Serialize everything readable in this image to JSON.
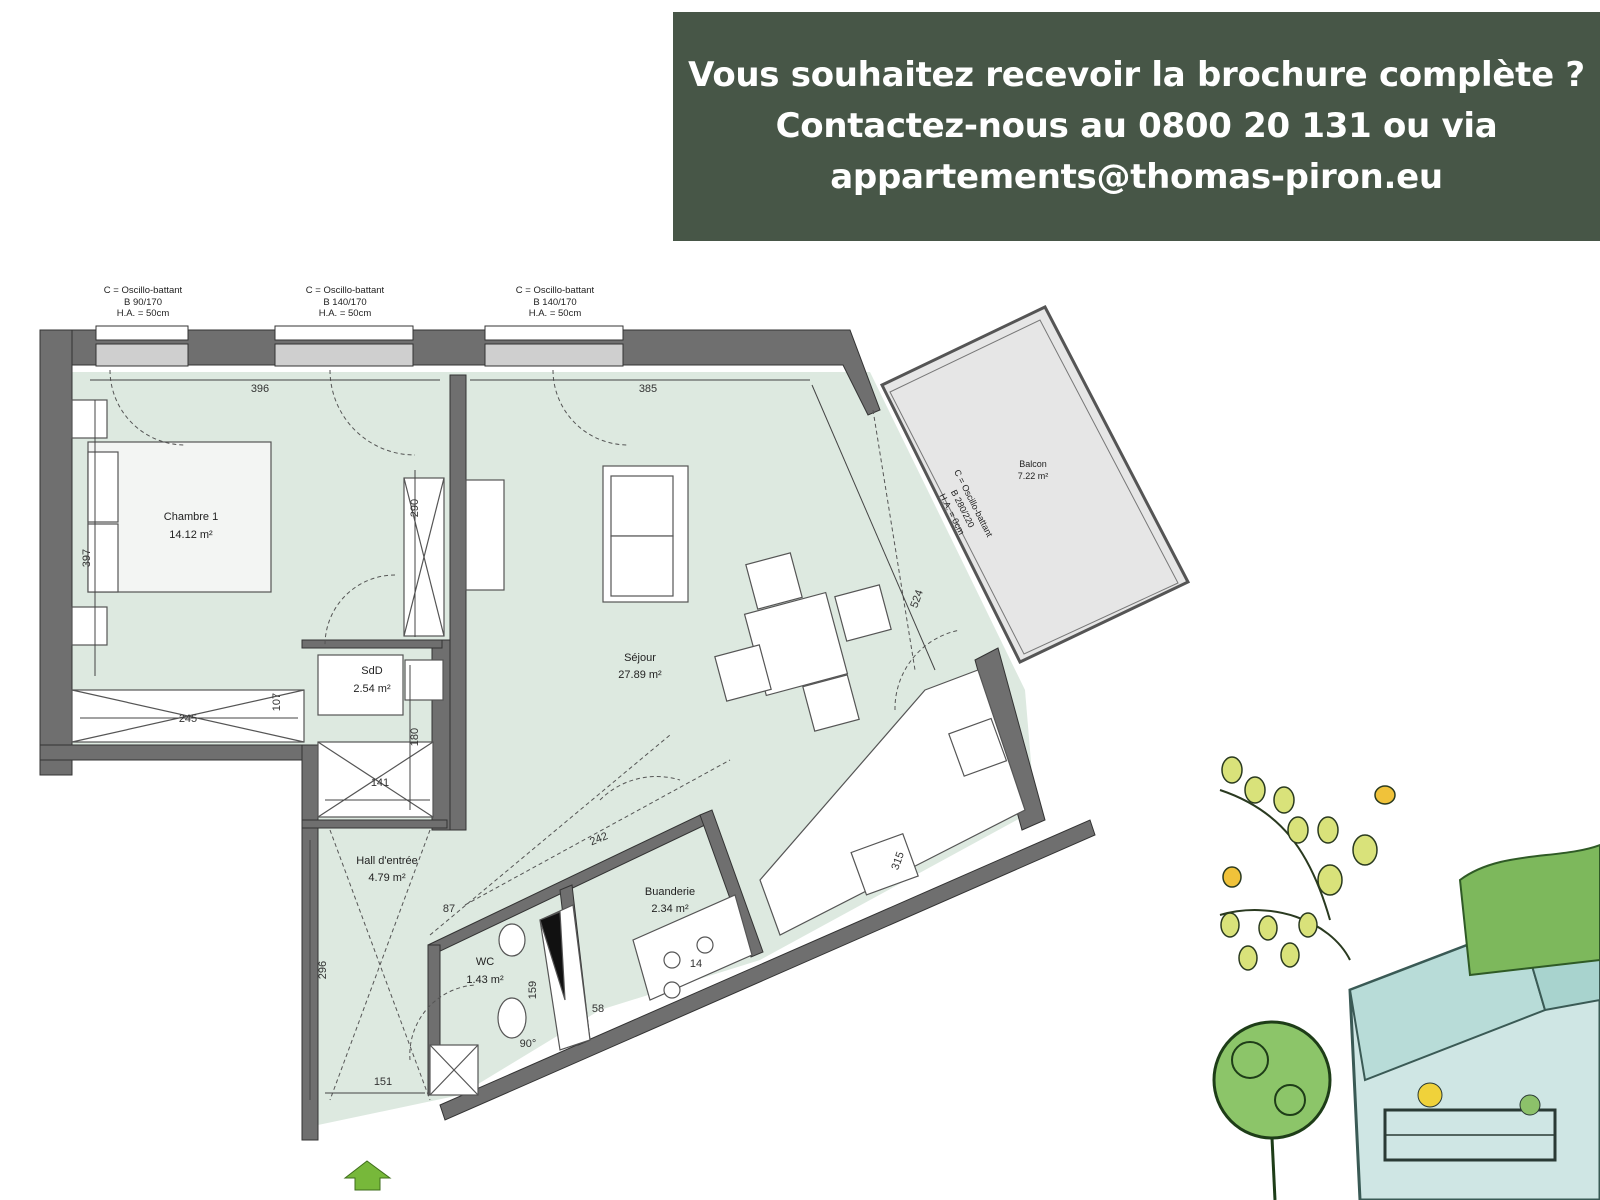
{
  "banner": {
    "line1": "Vous souhaitez recevoir la brochure complète ?",
    "line2": "Contactez-nous au 0800 20 131 ou via",
    "line3": "appartements@thomas-piron.eu"
  },
  "windows": [
    {
      "l1": "C = Oscillo-battant",
      "l2": "B 90/170",
      "l3": "H.A. = 50cm"
    },
    {
      "l1": "C = Oscillo-battant",
      "l2": "B 140/170",
      "l3": "H.A. = 50cm"
    },
    {
      "l1": "C = Oscillo-battant",
      "l2": "B 140/170",
      "l3": "H.A. = 50cm"
    }
  ],
  "balcony_window": {
    "l1": "C = Oscillo-battant",
    "l2": "B 280/220",
    "l3": "H.A. = 0cm"
  },
  "rooms": {
    "chambre": {
      "name": "Chambre 1",
      "area": "14.12 m²"
    },
    "sejour": {
      "name": "Séjour",
      "area": "27.89 m²"
    },
    "balcon": {
      "name": "Balcon",
      "area": "7.22 m²"
    },
    "sdd": {
      "name": "SdD",
      "area": "2.54 m²"
    },
    "hall": {
      "name": "Hall d'entrée",
      "area": "4.79 m²"
    },
    "buanderie": {
      "name": "Buanderie",
      "area": "2.34 m²"
    },
    "wc": {
      "name": "WC",
      "area": "1.43 m²"
    }
  },
  "dimensions": {
    "d396": "396",
    "d385": "385",
    "d397": "397",
    "d290": "290",
    "d245": "245",
    "d107": "107",
    "d180": "180",
    "d141": "141",
    "d524": "524",
    "d242": "242",
    "d87": "87",
    "d296": "296",
    "d159": "159",
    "d58": "58",
    "d151": "151",
    "d90": "90°",
    "d315": "315",
    "d14": "14"
  },
  "colors": {
    "banner_bg": "#475647",
    "floor": "#dde9e0",
    "wall": "#6f6f6f",
    "balcony": "#e6e6e6",
    "entry_arrow": "#77b83a"
  }
}
